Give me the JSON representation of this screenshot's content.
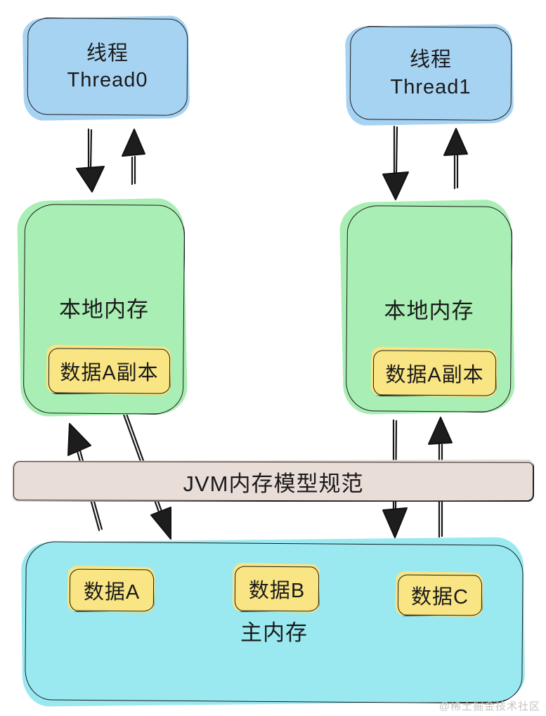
{
  "diagram": {
    "threads": [
      {
        "label_cn": "线程",
        "label_en": "Thread0"
      },
      {
        "label_cn": "线程",
        "label_en": "Thread1"
      }
    ],
    "local_memories": [
      {
        "label": "本地内存",
        "data_copy": "数据A副本"
      },
      {
        "label": "本地内存",
        "data_copy": "数据A副本"
      }
    ],
    "jmm_bar": {
      "label": "JVM内存模型规范"
    },
    "main_memory": {
      "label": "主内存",
      "data_items": [
        "数据A",
        "数据B",
        "数据C"
      ]
    },
    "watermark": "@稀土掘金技术社区",
    "colors": {
      "thread_fill": "#a7d3f3",
      "local_fill": "#a9eeb4",
      "data_fill": "#f9e583",
      "bar_fill": "#e9ddd8",
      "main_fill": "#9ae9f1",
      "stroke": "#1a1a1a",
      "watermark_color": "#c8c4c1"
    }
  }
}
